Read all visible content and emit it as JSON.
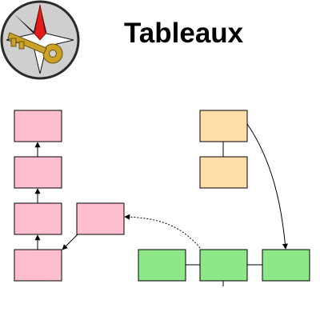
{
  "header": {
    "title": "Tableaux"
  },
  "logo": {
    "icon": "compass-key-icon"
  },
  "colors": {
    "pink": "#ffbfd0",
    "orange": "#ffdeaa",
    "green": "#8ee889",
    "key": "#c9a227",
    "star_red": "#e21b1b",
    "logo_bg": "#cfcfcf"
  },
  "diagram": {
    "nodes": [
      {
        "id": "pink-1",
        "group": "pink"
      },
      {
        "id": "pink-2",
        "group": "pink"
      },
      {
        "id": "pink-3",
        "group": "pink"
      },
      {
        "id": "pink-4",
        "group": "pink"
      },
      {
        "id": "pink-5",
        "group": "pink"
      },
      {
        "id": "orange-1",
        "group": "orange"
      },
      {
        "id": "orange-2",
        "group": "orange"
      },
      {
        "id": "green-1",
        "group": "green"
      },
      {
        "id": "green-2",
        "group": "green"
      },
      {
        "id": "green-3",
        "group": "green"
      }
    ],
    "edges": [
      {
        "from": "pink-4",
        "to": "pink-3",
        "style": "arrow"
      },
      {
        "from": "pink-3",
        "to": "pink-2",
        "style": "arrow"
      },
      {
        "from": "pink-2",
        "to": "pink-1",
        "style": "arrow"
      },
      {
        "from": "pink-5",
        "to": "pink-4",
        "style": "arrow"
      },
      {
        "from": "orange-1",
        "to": "orange-2",
        "style": "line"
      },
      {
        "from": "green-1",
        "to": "green-2",
        "style": "line"
      },
      {
        "from": "green-2",
        "to": "green-3",
        "style": "line"
      },
      {
        "from": "orange-1",
        "to": "green-3",
        "style": "curved-arrow"
      },
      {
        "from": "green-2",
        "to": "pink-5",
        "style": "dotted-curved-arrow"
      }
    ]
  }
}
